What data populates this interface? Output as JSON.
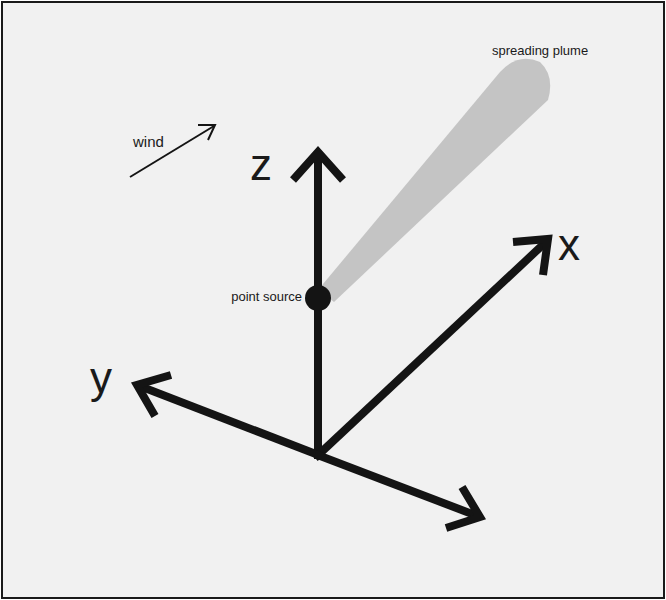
{
  "diagram": {
    "labels": [
      "wind",
      "spreading plume",
      "z",
      "x",
      "y",
      "point source"
    ]
  }
}
